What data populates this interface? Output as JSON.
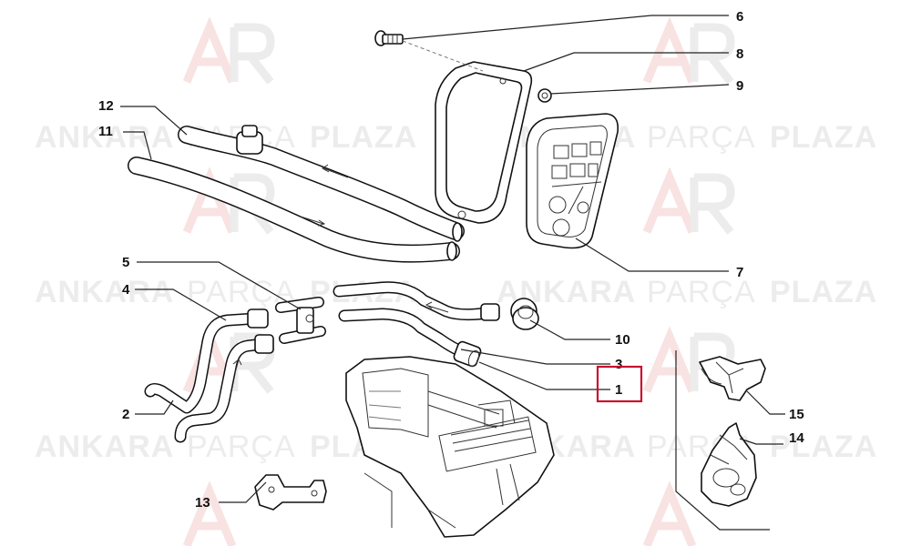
{
  "watermark": {
    "word1": "ANKARA",
    "word2": "PARÇA",
    "word3": "PLAZA"
  },
  "callouts": [
    {
      "id": "1",
      "label": "1",
      "highlighted": true
    },
    {
      "id": "2",
      "label": "2"
    },
    {
      "id": "3",
      "label": "3"
    },
    {
      "id": "4",
      "label": "4"
    },
    {
      "id": "5",
      "label": "5"
    },
    {
      "id": "6",
      "label": "6"
    },
    {
      "id": "7",
      "label": "7"
    },
    {
      "id": "8",
      "label": "8"
    },
    {
      "id": "9",
      "label": "9"
    },
    {
      "id": "10",
      "label": "10"
    },
    {
      "id": "11",
      "label": "11"
    },
    {
      "id": "12",
      "label": "12"
    },
    {
      "id": "13",
      "label": "13"
    },
    {
      "id": "14",
      "label": "14"
    },
    {
      "id": "15",
      "label": "15"
    }
  ],
  "colors": {
    "highlight_box": "#c8102e",
    "line": "#111111",
    "watermark_text": "#ececec",
    "watermark_logo": "#f6dede"
  }
}
